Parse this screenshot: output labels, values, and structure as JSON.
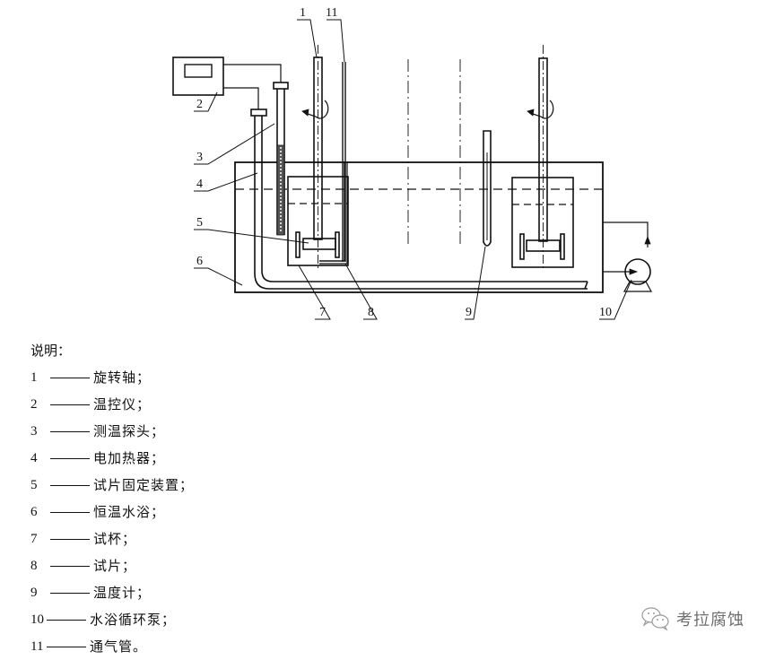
{
  "diagram": {
    "callouts": [
      "1",
      "2",
      "3",
      "4",
      "5",
      "6",
      "7",
      "8",
      "9",
      "10",
      "11"
    ]
  },
  "legend": {
    "title": "说明：",
    "items": [
      {
        "num": "1",
        "text": "旋转轴；"
      },
      {
        "num": "2",
        "text": "温控仪；"
      },
      {
        "num": "3",
        "text": "测温探头；"
      },
      {
        "num": "4",
        "text": "电加热器；"
      },
      {
        "num": "5",
        "text": "试片固定装置；"
      },
      {
        "num": "6",
        "text": "恒温水浴；"
      },
      {
        "num": "7",
        "text": "试杯；"
      },
      {
        "num": "8",
        "text": "试片；"
      },
      {
        "num": "9",
        "text": "温度计；"
      },
      {
        "num": "10",
        "text": "水浴循环泵；"
      },
      {
        "num": "11",
        "text": "通气管。"
      }
    ]
  },
  "watermark": {
    "text": "考拉腐蚀",
    "icon": "wechat-icon"
  }
}
